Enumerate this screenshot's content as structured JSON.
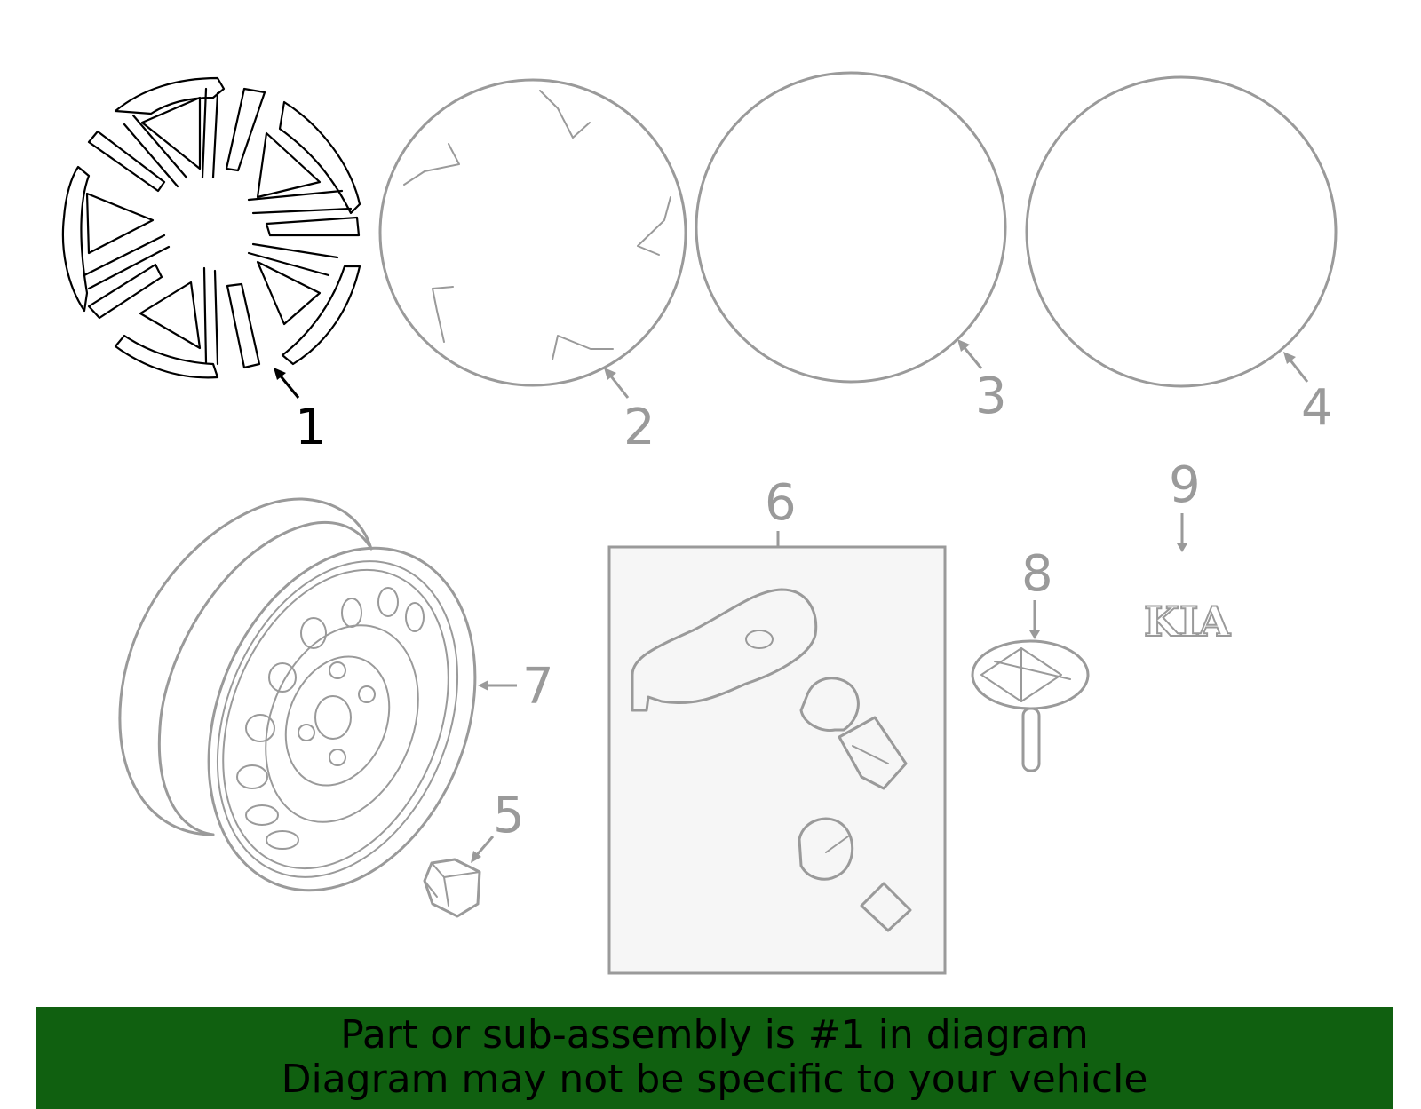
{
  "diagram": {
    "callouts": {
      "c1": "1",
      "c2": "2",
      "c3": "3",
      "c4": "4",
      "c5": "5",
      "c6": "6",
      "c7": "7",
      "c8": "8",
      "c9": "9"
    },
    "emblem_text": "KIA",
    "highlighted_part": "1"
  },
  "banner": {
    "line1": "Part or sub-assembly is #1 in diagram",
    "line2": "Diagram may not be specific to your vehicle",
    "background": "#106010"
  },
  "colors": {
    "active_part": "#000000",
    "inactive_part": "#9a9a9a"
  }
}
